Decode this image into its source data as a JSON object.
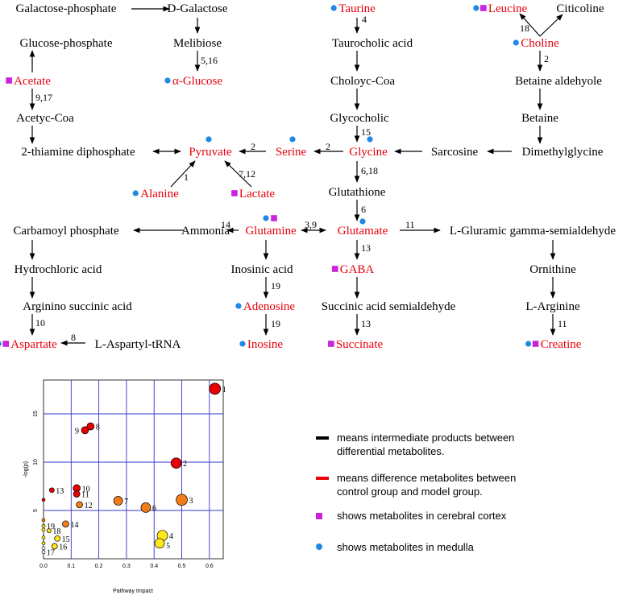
{
  "colors": {
    "red": "#e8000b",
    "black": "#000000",
    "cortex": "#cc22dd",
    "medulla": "#1e88e5",
    "grid": "#3333cc",
    "bubble_red": "#e60000",
    "bubble_orange": "#f07d19",
    "bubble_yellow": "#ffe81a"
  },
  "pathway": {
    "nodes": [
      {
        "id": "galactose_phosphate",
        "label": "Galactose-phosphate",
        "color": "black"
      },
      {
        "id": "d_galactose",
        "label": "D-Galactose",
        "color": "black"
      },
      {
        "id": "glucose_phosphate",
        "label": "Glucose-phosphate",
        "color": "black"
      },
      {
        "id": "melibiose",
        "label": "Melibiose",
        "color": "black"
      },
      {
        "id": "acetate",
        "label": "Acetate",
        "color": "red",
        "markers": [
          "cortex"
        ]
      },
      {
        "id": "alpha_glucose",
        "label": "α-Glucose",
        "color": "red",
        "markers": [
          "medulla"
        ]
      },
      {
        "id": "acetyc_coa",
        "label": "Acetyc-Coa",
        "color": "black"
      },
      {
        "id": "thiamine",
        "label": "2-thiamine diphosphate",
        "color": "black"
      },
      {
        "id": "pyruvate",
        "label": "Pyruvate",
        "color": "red",
        "markers": [
          "medulla"
        ]
      },
      {
        "id": "alanine",
        "label": "Alanine",
        "color": "red",
        "markers": [
          "medulla"
        ]
      },
      {
        "id": "lactate",
        "label": "Lactate",
        "color": "red",
        "markers": [
          "cortex"
        ]
      },
      {
        "id": "serine",
        "label": "Serine",
        "color": "red",
        "markers": [
          "medulla"
        ]
      },
      {
        "id": "taurine",
        "label": "Taurine",
        "color": "red",
        "markers": [
          "medulla"
        ]
      },
      {
        "id": "taurocholic",
        "label": "Taurocholic acid",
        "color": "black"
      },
      {
        "id": "choloyc_coa",
        "label": "Choloyc-Coa",
        "color": "black"
      },
      {
        "id": "glycocholic",
        "label": "Glycocholic",
        "color": "black"
      },
      {
        "id": "glycine",
        "label": "Glycine",
        "color": "red",
        "markers": [
          "medulla"
        ]
      },
      {
        "id": "glutathione",
        "label": "Glutathione",
        "color": "black"
      },
      {
        "id": "glutamate",
        "label": "Glutamate",
        "color": "red",
        "markers": [
          "medulla"
        ]
      },
      {
        "id": "gaba",
        "label": "GABA",
        "color": "red",
        "markers": [
          "cortex"
        ]
      },
      {
        "id": "succinic_semi",
        "label": "Succinic acid semialdehyde",
        "color": "black"
      },
      {
        "id": "succinate",
        "label": "Succinate",
        "color": "red",
        "markers": [
          "cortex"
        ]
      },
      {
        "id": "leucine",
        "label": "Leucine",
        "color": "red",
        "markers": [
          "medulla",
          "cortex"
        ]
      },
      {
        "id": "citicoline",
        "label": "Citicoline",
        "color": "black"
      },
      {
        "id": "choline",
        "label": "Choline",
        "color": "red",
        "markers": [
          "medulla"
        ]
      },
      {
        "id": "betaine_ald",
        "label": "Betaine aldehyole",
        "color": "black"
      },
      {
        "id": "betaine",
        "label": "Betaine",
        "color": "black"
      },
      {
        "id": "dimethylglycine",
        "label": "Dimethylglycine",
        "color": "black"
      },
      {
        "id": "sarcosine",
        "label": "Sarcosine",
        "color": "black"
      },
      {
        "id": "carbamoyl",
        "label": "Carbamoyl phosphate",
        "color": "black"
      },
      {
        "id": "ammonia",
        "label": "Ammonia",
        "color": "black"
      },
      {
        "id": "glutamine",
        "label": "Glutamine",
        "color": "red",
        "markers": [
          "medulla",
          "cortex"
        ]
      },
      {
        "id": "l_gluramic",
        "label": "L-Gluramic gamma-semialdehyde",
        "color": "black"
      },
      {
        "id": "hydrochloric",
        "label": "Hydrochloric acid",
        "color": "black"
      },
      {
        "id": "inosinic",
        "label": "Inosinic acid",
        "color": "black"
      },
      {
        "id": "ornithine",
        "label": "Ornithine",
        "color": "black"
      },
      {
        "id": "arginino",
        "label": "Arginino succinic acid",
        "color": "black"
      },
      {
        "id": "adenosine",
        "label": "Adenosine",
        "color": "red",
        "markers": [
          "medulla"
        ]
      },
      {
        "id": "l_arginine",
        "label": "L-Arginine",
        "color": "black"
      },
      {
        "id": "aspartate",
        "label": "Aspartate",
        "color": "red",
        "markers": [
          "medulla",
          "cortex"
        ]
      },
      {
        "id": "l_aspartyl",
        "label": "L-Aspartyl-tRNA",
        "color": "black"
      },
      {
        "id": "inosine",
        "label": "Inosine",
        "color": "red",
        "markers": [
          "medulla"
        ]
      },
      {
        "id": "creatine",
        "label": "Creatine",
        "color": "red",
        "markers": [
          "medulla",
          "cortex"
        ]
      }
    ],
    "edge_labels": [
      "4",
      "18",
      "5,16",
      "2",
      "9,17",
      "15",
      "2",
      "2",
      "1",
      "7,12",
      "6,18",
      "6",
      "14",
      "3,9",
      "11",
      "13",
      "19",
      "19",
      "10",
      "8",
      "13",
      "11"
    ]
  },
  "chart_data": {
    "type": "scatter",
    "xlabel": "Pathway Impact",
    "ylabel": "-log(p)",
    "xlim": [
      0,
      0.65
    ],
    "ylim": [
      0,
      18.5
    ],
    "x_ticks": [
      "0.0",
      "0.1",
      "0.2",
      "0.3",
      "0.4",
      "0.5",
      "0.6"
    ],
    "y_ticks": [
      "5",
      "10",
      "15"
    ],
    "points": [
      {
        "label": "1",
        "x": 0.62,
        "y": 17.6,
        "color": "red",
        "size": 7
      },
      {
        "label": "2",
        "x": 0.48,
        "y": 9.9,
        "color": "red",
        "size": 6.5
      },
      {
        "label": "3",
        "x": 0.5,
        "y": 6.1,
        "color": "orange",
        "size": 7
      },
      {
        "label": "4",
        "x": 0.43,
        "y": 2.4,
        "color": "yellow",
        "size": 6.5
      },
      {
        "label": "5",
        "x": 0.42,
        "y": 1.6,
        "color": "yellow",
        "size": 6
      },
      {
        "label": "6",
        "x": 0.37,
        "y": 5.3,
        "color": "orange",
        "size": 6
      },
      {
        "label": "7",
        "x": 0.27,
        "y": 6.0,
        "color": "orange",
        "size": 5.5
      },
      {
        "label": "8",
        "x": 0.17,
        "y": 13.7,
        "color": "red",
        "size": 4.5
      },
      {
        "label": "9",
        "x": 0.15,
        "y": 13.3,
        "color": "red",
        "size": 4.5
      },
      {
        "label": "10",
        "x": 0.12,
        "y": 7.3,
        "color": "red",
        "size": 4.5
      },
      {
        "label": "11",
        "x": 0.12,
        "y": 6.7,
        "color": "red",
        "size": 4
      },
      {
        "label": "12",
        "x": 0.13,
        "y": 5.6,
        "color": "orange",
        "size": 4
      },
      {
        "label": "13",
        "x": 0.03,
        "y": 7.1,
        "color": "red",
        "size": 3
      },
      {
        "label": "14",
        "x": 0.08,
        "y": 3.6,
        "color": "orange",
        "size": 4
      },
      {
        "label": "15",
        "x": 0.05,
        "y": 2.1,
        "color": "yellow",
        "size": 3.5
      },
      {
        "label": "16",
        "x": 0.04,
        "y": 1.3,
        "color": "yellow",
        "size": 3.5
      },
      {
        "label": "17",
        "x": 0.0,
        "y": 0.7,
        "color": "white",
        "size": 2
      },
      {
        "label": "18",
        "x": 0.02,
        "y": 2.9,
        "color": "yellow",
        "size": 2.5
      },
      {
        "label": "19",
        "x": 0.0,
        "y": 3.4,
        "color": "yellow",
        "size": 2
      }
    ],
    "extra_points": [
      {
        "x": 0.0,
        "y": 6.1,
        "color": "red",
        "size": 2
      },
      {
        "x": 0.0,
        "y": 4.0,
        "color": "orange",
        "size": 2
      },
      {
        "x": 0.0,
        "y": 3.0,
        "color": "yellow",
        "size": 2
      },
      {
        "x": 0.0,
        "y": 2.2,
        "color": "yellow",
        "size": 2
      },
      {
        "x": 0.0,
        "y": 1.6,
        "color": "yellow",
        "size": 2
      },
      {
        "x": 0.0,
        "y": 1.1,
        "color": "white",
        "size": 2
      }
    ],
    "grid": true
  },
  "legend": [
    {
      "swatch": "black-line",
      "text": "means intermediate products between differential metabolites."
    },
    {
      "swatch": "red-line",
      "text": "means difference metabolites between control group and model group."
    },
    {
      "swatch": "cortex-square",
      "text": "shows metabolites in cerebral cortex"
    },
    {
      "swatch": "medulla-dot",
      "text": "shows metabolites in medulla"
    }
  ]
}
